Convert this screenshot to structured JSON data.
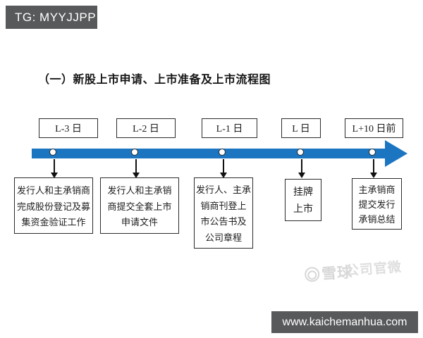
{
  "badge": {
    "text": "TG: MYYJJPP"
  },
  "title": "（一）新股上市申请、上市准备及上市流程图",
  "timeline": {
    "stages": [
      {
        "label": "L-3 日",
        "box_lines": [
          "发行人和主承销商",
          "完成股份登记及募",
          "集资金验证工作"
        ]
      },
      {
        "label": "L-2 日",
        "box_lines": [
          "发行人和主承销",
          "商提交全套上市",
          "申请文件"
        ]
      },
      {
        "label": "L-1 日",
        "box_lines": [
          "发行人、主承",
          "销商刊登上",
          "市公告书及",
          "公司章程"
        ]
      },
      {
        "label": "L 日",
        "box_lines": [
          "挂牌",
          "上市"
        ]
      },
      {
        "label": "L+10 日前",
        "box_lines": [
          "主承销商",
          "提交发行",
          "承销总结"
        ]
      }
    ]
  },
  "watermark": {
    "brand": "雪球",
    "suffix": "公司官微"
  },
  "footer": {
    "url": "www.kaichemanhua.com"
  },
  "colors": {
    "timeline_blue": "#1b75c0",
    "badge_gray": "#58595b",
    "box_border": "#2b2b2b"
  }
}
